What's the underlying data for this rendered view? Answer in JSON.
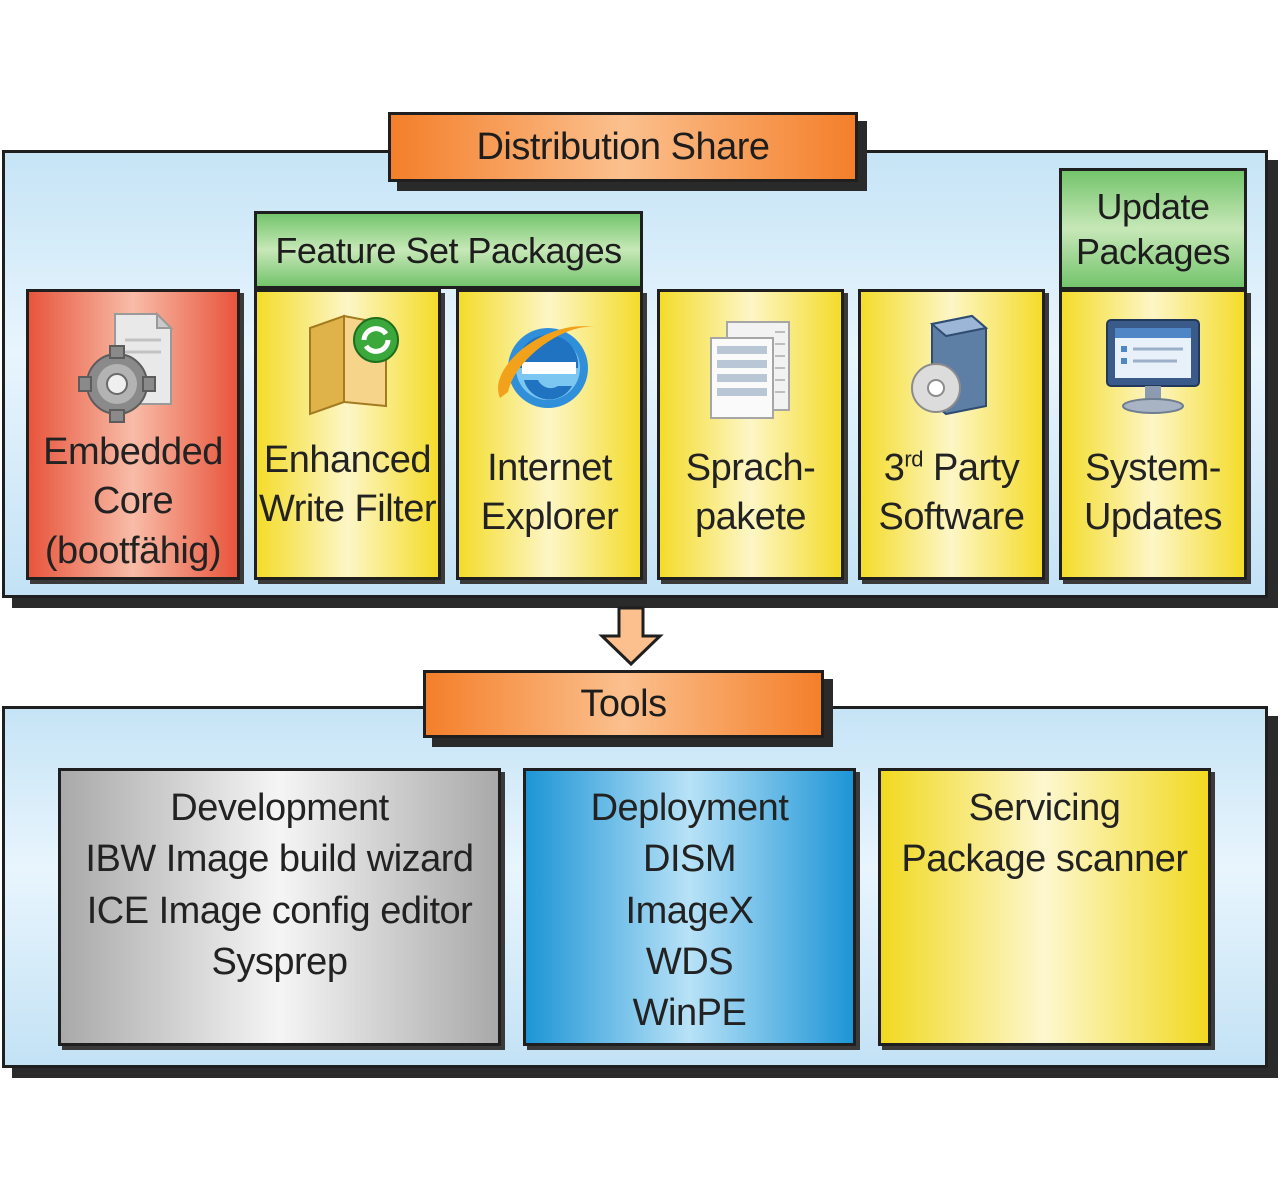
{
  "distribution_share": {
    "title": "Distribution Share",
    "feature_set_header": "Feature Set Packages",
    "update_header": "Update Packages",
    "packages": [
      {
        "label": "Embedded Core (bootfähig)",
        "icon": "gear-document-icon",
        "color": "#e8553c"
      },
      {
        "label": "Enhanced Write Filter",
        "icon": "folder-sync-icon",
        "color": "#f4dc2a"
      },
      {
        "label": "Internet Explorer",
        "icon": "internet-explorer-icon",
        "color": "#f4dc2a"
      },
      {
        "label": "Sprach-pakete",
        "icon": "binary-document-icon",
        "color": "#f4dc2a"
      },
      {
        "label_pre": "3",
        "label_sup": "rd",
        "label_post": " Party Software",
        "icon": "software-box-icon",
        "color": "#f4dc2a"
      },
      {
        "label": "System-Updates",
        "icon": "monitor-icon",
        "color": "#f4dc2a"
      }
    ]
  },
  "tools": {
    "title": "Tools",
    "groups": [
      {
        "title": "Development",
        "items": [
          "IBW Image build wizard",
          "ICE Image config editor",
          "Sysprep"
        ],
        "color": "#a9a9a9"
      },
      {
        "title": "Deployment",
        "items": [
          "DISM",
          "ImageX",
          "WDS",
          "WinPE"
        ],
        "color": "#1d95d6"
      },
      {
        "title": "Servicing",
        "items": [
          "Package scanner"
        ],
        "color": "#f1d920"
      }
    ]
  },
  "colors": {
    "panel": "#d4ecfa",
    "orange_tab": "#f47f2a",
    "green_tab": "#74c46c"
  }
}
